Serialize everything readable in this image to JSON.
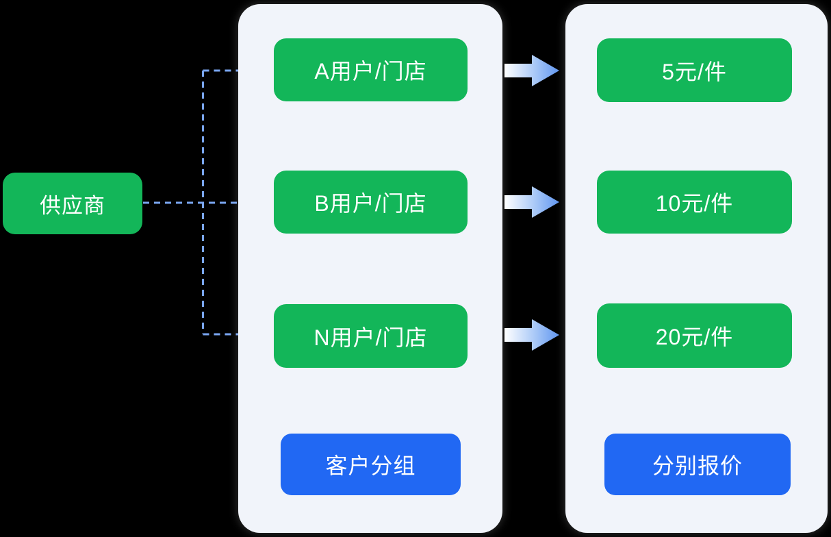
{
  "diagram": {
    "supplier": {
      "label": "供应商"
    },
    "middle_panel": {
      "items": [
        {
          "label": "A用户/门店"
        },
        {
          "label": "B用户/门店"
        },
        {
          "label": "N用户/门店"
        }
      ],
      "caption": "客户分组"
    },
    "right_panel": {
      "items": [
        {
          "label": "5元/件"
        },
        {
          "label": "10元/件"
        },
        {
          "label": "20元/件"
        }
      ],
      "caption": "分别报价"
    },
    "colors": {
      "background": "#000000",
      "node_green": "#13b659",
      "node_blue": "#2168f3",
      "panel_bg": "#f1f4fa",
      "connector_blue": "#7aa6f2",
      "arrowhead_blue": "#6b9ef5",
      "gradient_arrow_start": "#ffffff",
      "gradient_arrow_end": "#6096f0",
      "text": "#ffffff"
    }
  }
}
